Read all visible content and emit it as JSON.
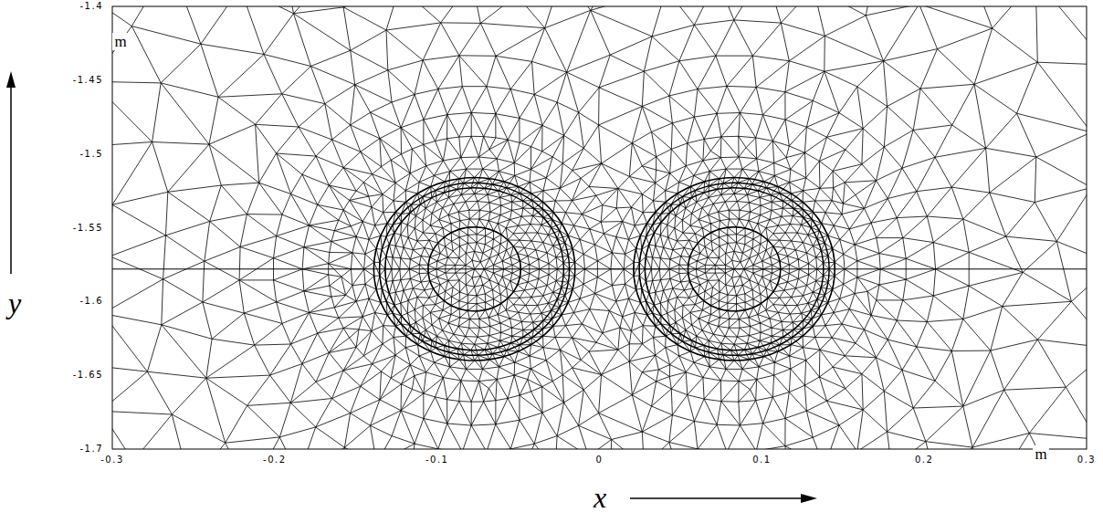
{
  "diagram": {
    "labels": [
      "m",
      "-1.4",
      "-1.45",
      "-1.5",
      "-1.55",
      "-1.6",
      "-1.65",
      "-1.7",
      "y",
      "-0.3",
      "-0.2",
      "-0.1",
      "0",
      "0.1",
      "0.2",
      "m",
      "0.3",
      "x"
    ]
  }
}
